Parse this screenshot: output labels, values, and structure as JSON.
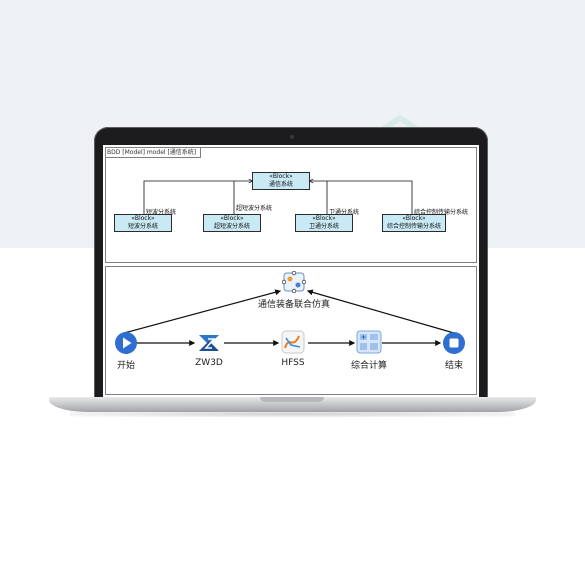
{
  "diagram_top": {
    "tab_label": "BDD [Model] model [通信系统]",
    "root_block": {
      "stereotype": "«Block»",
      "name": "通信系统"
    },
    "blocks": [
      {
        "stereotype": "«Block»",
        "name": "短波分系统",
        "edge_label": "短波分系统"
      },
      {
        "stereotype": "«Block»",
        "name": "超短波分系统",
        "edge_label": "超短波分系统"
      },
      {
        "stereotype": "«Block»",
        "name": "卫通分系统",
        "edge_label": "卫通分系统"
      },
      {
        "stereotype": "«Block»",
        "name": "综合控制传输分系统",
        "edge_label": "综合控制传输分系统"
      }
    ]
  },
  "diagram_bottom": {
    "cosim_label": "通信装备联合仿真",
    "nodes": [
      {
        "label": "开始",
        "icon": "play-icon"
      },
      {
        "label": "ZW3D",
        "icon": "zw3d-logo-icon"
      },
      {
        "label": "HFSS",
        "icon": "hfss-logo-icon"
      },
      {
        "label": "综合计算",
        "icon": "calculator-grid-icon"
      },
      {
        "label": "结束",
        "icon": "stop-icon"
      }
    ]
  },
  "colors": {
    "block_fill": "#c9eaf5",
    "start_stop_blue": "#2f6fd1",
    "background": "#eef2f4"
  }
}
